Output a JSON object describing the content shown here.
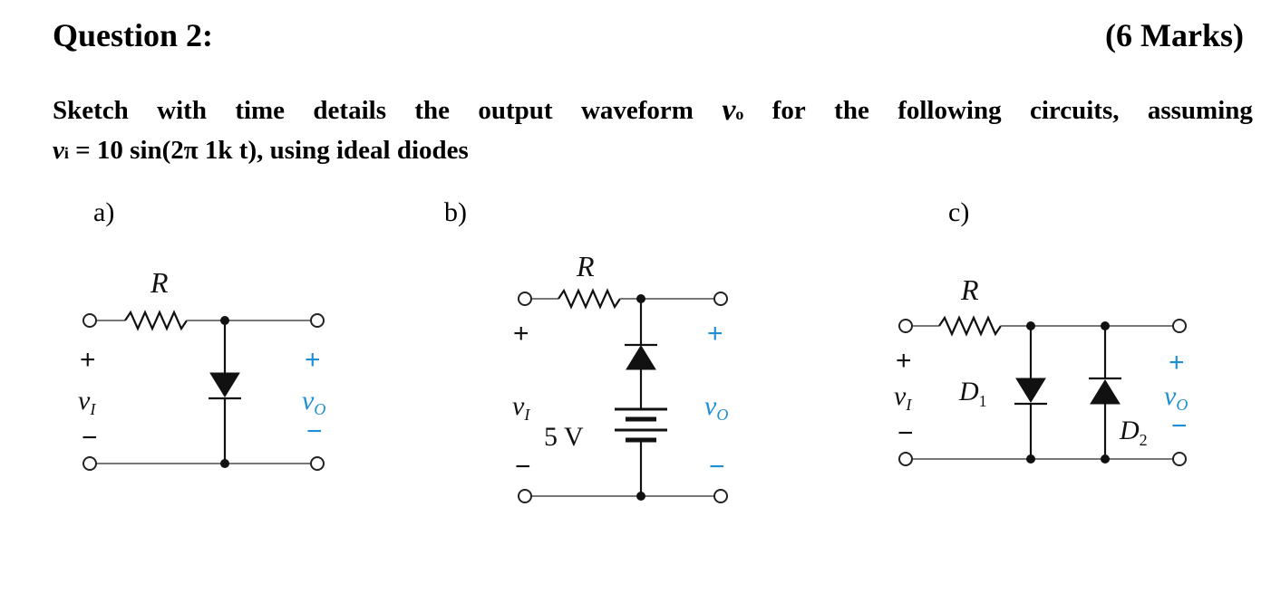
{
  "question": {
    "title": "Question 2:",
    "marks": "(6 Marks)"
  },
  "instruction": {
    "words": [
      "Sketch",
      "with",
      "time",
      "details",
      "the",
      "output",
      "waveform"
    ],
    "vo_symbol": "v",
    "vo_subscript": "o",
    "words_after": [
      "for",
      "the",
      "following",
      "circuits,",
      "assuming"
    ],
    "vi_symbol": "v",
    "vi_subscript": "i",
    "line2_rest": " = 10 sin(2π 1k t), using ideal diodes"
  },
  "circuits": {
    "a": {
      "label": "a)",
      "resistor": "R",
      "in_plus": "+",
      "in_minus": "−",
      "in_symbol": "v",
      "in_sub": "I",
      "out_plus": "+",
      "out_minus": "−",
      "out_symbol": "v",
      "out_sub": "O"
    },
    "b": {
      "label": "b)",
      "resistor": "R",
      "battery": "5 V",
      "in_plus": "+",
      "in_minus": "−",
      "in_symbol": "v",
      "in_sub": "I",
      "out_plus": "+",
      "out_minus": "−",
      "out_symbol": "v",
      "out_sub": "O"
    },
    "c": {
      "label": "c)",
      "resistor": "R",
      "d1": "D",
      "d1_sub": "1",
      "d2": "D",
      "d2_sub": "2",
      "in_plus": "+",
      "in_minus": "−",
      "in_symbol": "v",
      "in_sub": "I",
      "out_plus": "+",
      "out_minus": "−",
      "out_symbol": "v",
      "out_sub": "O"
    }
  },
  "colors": {
    "wire": "#777777",
    "component": "#111111",
    "output_label": "#1e8fd4"
  }
}
